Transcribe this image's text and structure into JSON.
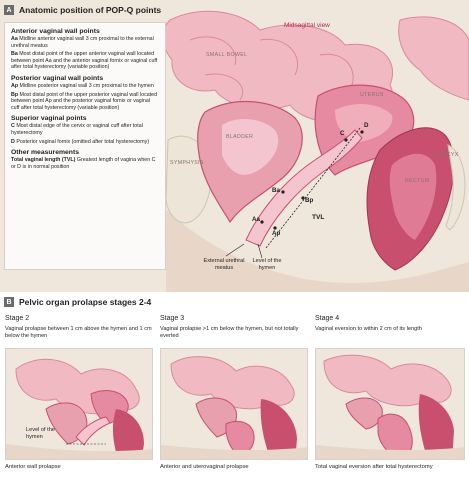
{
  "sectionA": {
    "badge": "A",
    "title": "Anatomic position of POP-Q points",
    "view": "Midsagittal view",
    "organs": {
      "small_bowel": "SMALL BOWEL",
      "uterus": "UTERUS",
      "bladder": "BLADDER",
      "symphysis": "SYMPHYSIS",
      "rectum": "RECTUM",
      "coccyx": "COCCYX"
    },
    "points": {
      "aa": "Aa",
      "ba": "Ba",
      "ap": "Ap",
      "bp": "Bp",
      "c": "C",
      "d": "D",
      "tvl": "TVL"
    },
    "callouts": {
      "meatus": "External urethral meatus",
      "hymen": "Level of the hymen"
    },
    "legend": {
      "anterior_head": "Anterior vaginal wall points",
      "aa_key": "Aa",
      "aa_text": "Midline anterior vaginal wall 3 cm proximal to the external urethral meatus",
      "ba_key": "Ba",
      "ba_text": "Most distal point of the upper anterior vaginal wall located between point Aa and the anterior vaginal fornix or vaginal cuff after total hysterectomy (variable position)",
      "posterior_head": "Posterior vaginal wall points",
      "ap_key": "Ap",
      "ap_text": "Midline posterior vaginal wall 3 cm proximal to the hymen",
      "bp_key": "Bp",
      "bp_text": "Most distal point of the upper posterior vaginal wall located between point Ap and the posterior vaginal fornix or vaginal cuff after total hysterectomy (variable position)",
      "superior_head": "Superior vaginal points",
      "c_key": "C",
      "c_text": "Most distal edge of the cervix or vaginal cuff after total hysterectomy",
      "d_key": "D",
      "d_text": "Posterior vaginal fornix (omitted after total hysterectomy)",
      "other_head": "Other measurements",
      "tvl_key": "Total vaginal length (TVL)",
      "tvl_text": "Greatest length of vagina when C or D is in normal position"
    }
  },
  "sectionB": {
    "badge": "B",
    "title": "Pelvic organ prolapse stages 2-4",
    "stages": [
      {
        "title": "Stage 2",
        "desc": "Vaginal prolapse between 1 cm above the hymen and 1 cm below the hymen",
        "inset_label": "Level of the hymen",
        "caption": "Anterior wall prolapse"
      },
      {
        "title": "Stage 3",
        "desc": "Vaginal prolapse >1 cm below the hymen, but not totally everted",
        "caption": "Anterior and uterovaginal prolapse"
      },
      {
        "title": "Stage 4",
        "desc": "Vaginal eversion to within 2 cm of its length",
        "caption": "Total vaginal eversion after total hysterectomy"
      }
    ]
  },
  "colors": {
    "background": "#efe6dc",
    "tissue_pink": "#e58aa0",
    "bladder_pink": "#e9a0ae",
    "muscle_red": "#c8506e",
    "bowel_pink": "#f1b9c2",
    "bone": "#ece5d8",
    "accent_label": "#b22a56"
  }
}
